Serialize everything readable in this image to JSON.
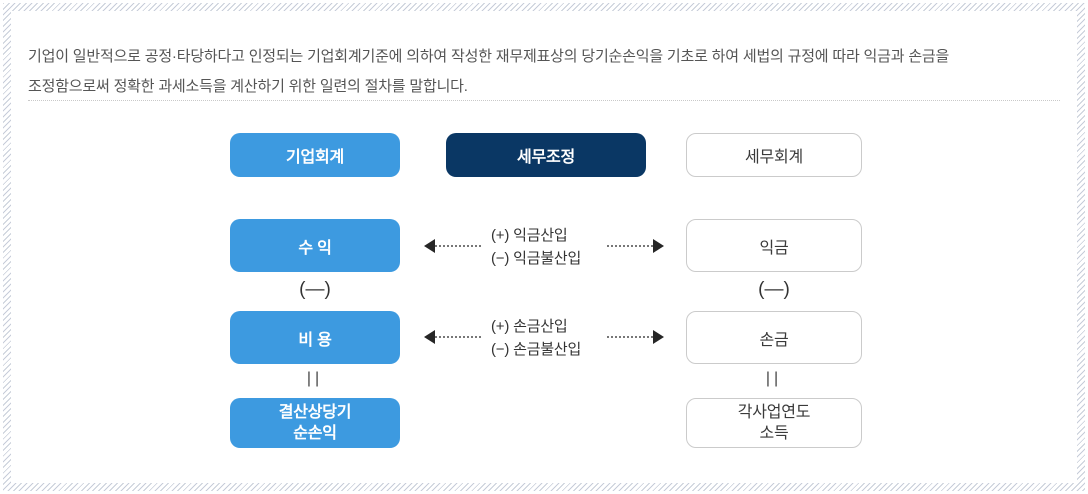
{
  "intro": {
    "line1": "기업이 일반적으로 공정·타당하다고 인정되는 기업회계기준에 의하여 작성한 재무제표상의 당기순손익을 기초로 하여 세법의 규정에 따라 익금과 손금을",
    "line2": "조정함으로써 정확한 과세소득을 계산하기 위한 일련의 절차를 말합니다."
  },
  "colors": {
    "accent_blue": "#3d9ae0",
    "navy": "#0a3764",
    "box_border": "#cbcbcb",
    "body_text": "#555555",
    "label_text": "#333333",
    "hatch_border": "#c7cdd9"
  },
  "diagram": {
    "headers": [
      {
        "label": "기업회계"
      },
      {
        "label": "세무조정"
      },
      {
        "label": "세무회계"
      }
    ],
    "row_revenue": {
      "left": "수 익",
      "adj_add": "(+) 익금산입",
      "adj_sub": "(−) 익금불산입",
      "right": "익금",
      "below_left": "(—)",
      "below_right": "(—)"
    },
    "row_expense": {
      "left": "비 용",
      "adj_add": "(+) 손금산입",
      "adj_sub": "(−) 손금불산입",
      "right": "손금",
      "below_left": "||",
      "below_right": "||"
    },
    "row_result": {
      "left_line1": "결산상당기",
      "left_line2": "순손익",
      "right_line1": "각사업연도",
      "right_line2": "소득"
    }
  }
}
